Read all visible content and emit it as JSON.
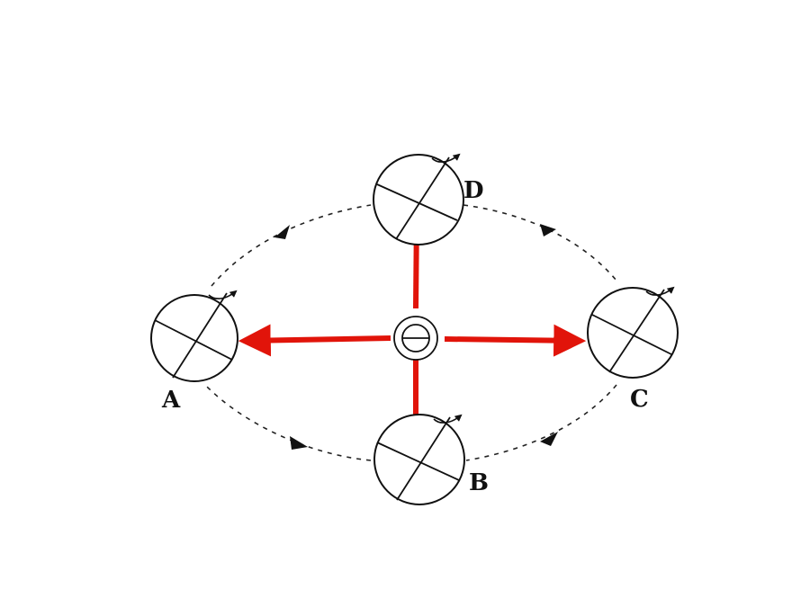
{
  "labels": {
    "A": "A",
    "B": "B",
    "C": "C",
    "D": "D"
  },
  "colors": {
    "arrow": "#e1140a",
    "ink": "#111111",
    "background": "#ffffff"
  }
}
